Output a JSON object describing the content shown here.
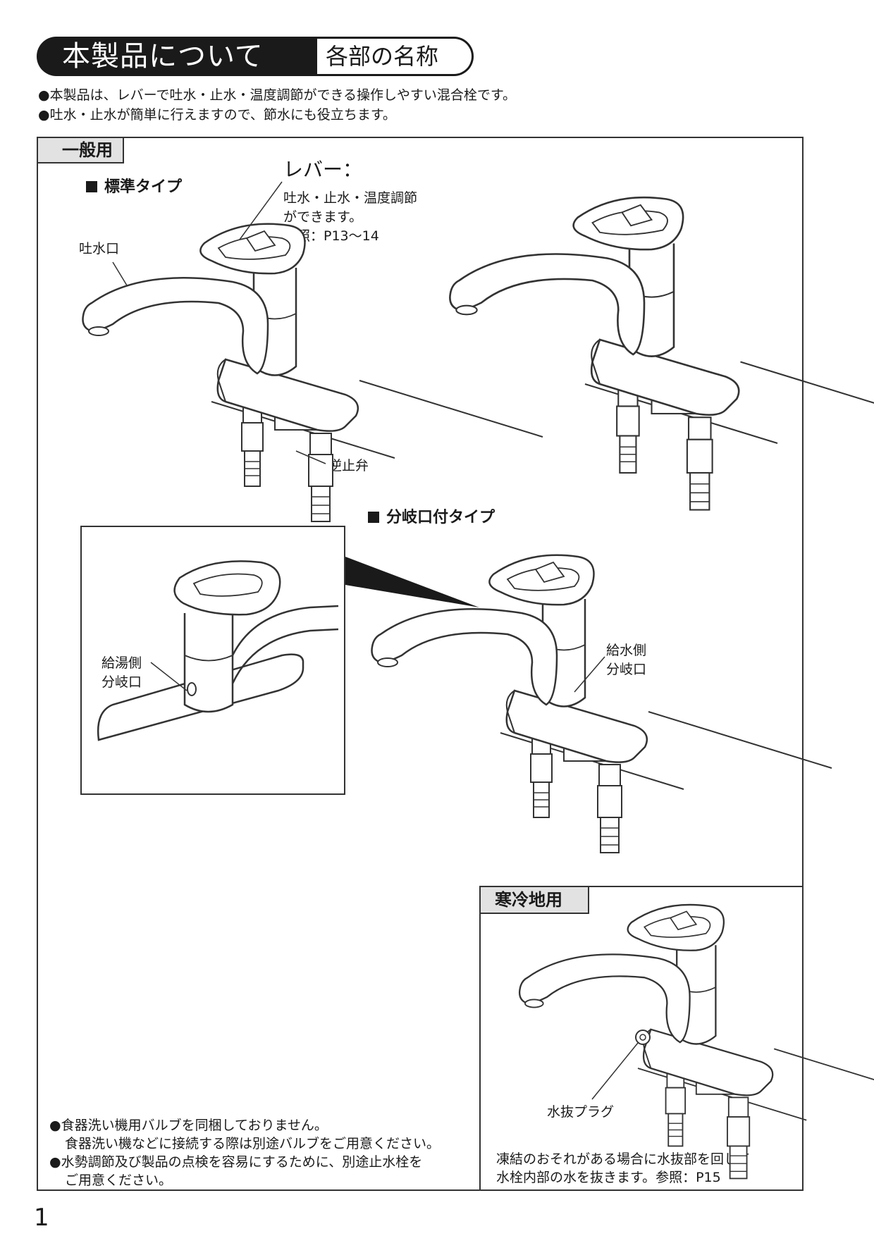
{
  "header": {
    "title": "本製品について",
    "subtitle": "各部の名称"
  },
  "intro": [
    "●本製品は、レバーで吐水・止水・温度調節ができる操作しやすい混合栓です。",
    "●吐水・止水が簡単に行えますので、節水にも役立ちます。"
  ],
  "general": {
    "tag": "一般用",
    "standard_type": "標準タイプ",
    "lever_title": "レバー：",
    "lever_desc": [
      "吐水・止水・温度調節",
      "ができます。",
      "参照：P13～14"
    ],
    "spout_label": "吐水口",
    "check_valve_label": "逆止弁",
    "branch_type": "分岐口付タイプ",
    "hot_branch": [
      "給湯側",
      "分岐口"
    ],
    "cold_branch": [
      "給水側",
      "分岐口"
    ]
  },
  "notes": [
    "●食器洗い機用バルブを同梱しておりません。",
    "食器洗い機などに接続する際は別途バルブをご用意ください。",
    "●水勢調節及び製品の点検を容易にするために、別途止水栓を",
    "ご用意ください。"
  ],
  "cold_region": {
    "tag": "寒冷地用",
    "plug_label": "水抜プラグ",
    "desc": [
      "凍結のおそれがある場合に水抜部を回して",
      "水栓内部の水を抜きます。参照：P15"
    ]
  },
  "page_number": "1",
  "colors": {
    "ink": "#1a1a1a",
    "tag_bg": "#e2e2e2"
  }
}
